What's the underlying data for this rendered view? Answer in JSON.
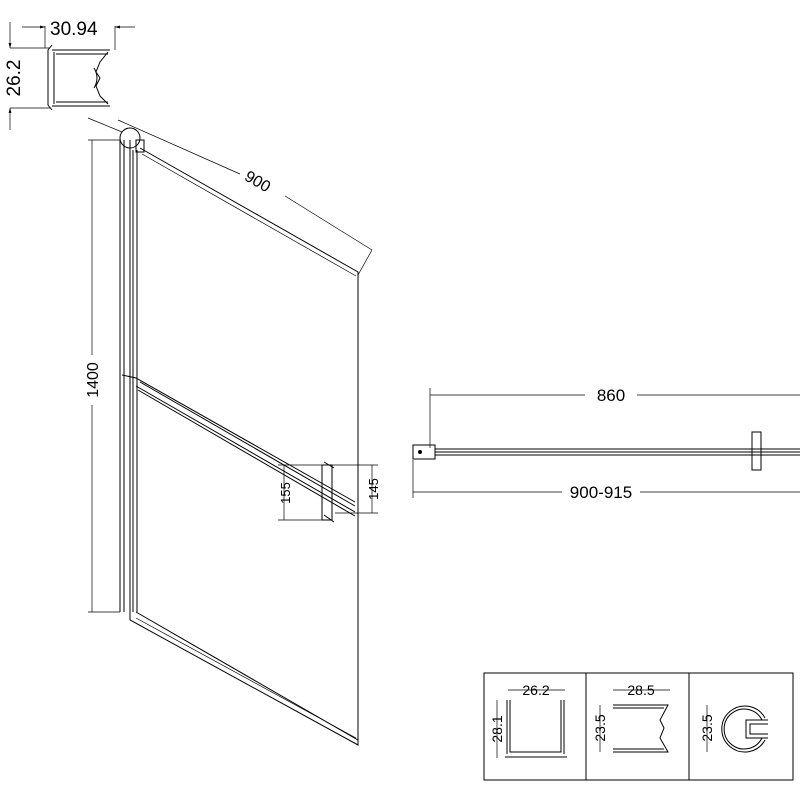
{
  "drawing": {
    "profile_top": {
      "width": "30.94",
      "height": "26.2"
    },
    "panel": {
      "height": "1400",
      "width": "900",
      "bar_left": "155",
      "bar_right": "145"
    },
    "plan": {
      "inner": "860",
      "overall": "900-915"
    },
    "profiles_table": [
      {
        "width": "26.2",
        "height": "28.1"
      },
      {
        "width": "28.5",
        "height": "23.5"
      },
      {
        "height": "23.5"
      }
    ]
  }
}
